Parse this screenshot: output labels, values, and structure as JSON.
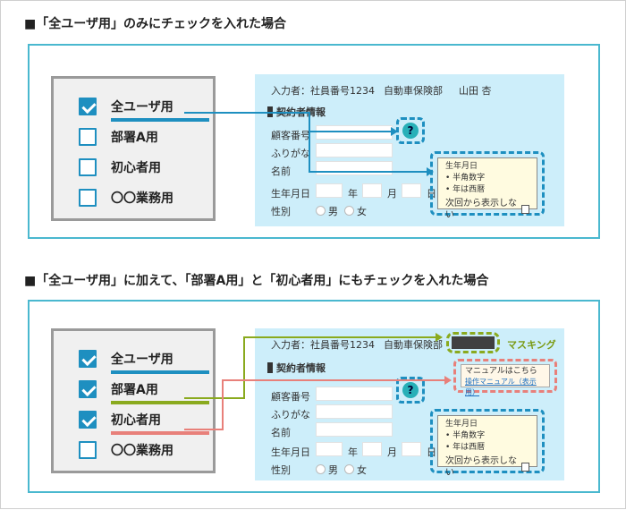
{
  "sections": [
    {
      "heading": "■「全ユーザ用」のみにチェックを入れた場合",
      "checkboxes": [
        {
          "label": "全ユーザ用",
          "checked": true
        },
        {
          "label": "部署A用",
          "checked": false
        },
        {
          "label": "初心者用",
          "checked": false
        },
        {
          "label": "〇〇業務用",
          "checked": false
        }
      ]
    },
    {
      "heading": "■「全ユーザ用」に加えて、「部署A用」と「初心者用」にもチェックを入れた場合",
      "checkboxes": [
        {
          "label": "全ユーザ用",
          "checked": true
        },
        {
          "label": "部署A用",
          "checked": true
        },
        {
          "label": "初心者用",
          "checked": true
        },
        {
          "label": "〇〇業務用",
          "checked": false
        }
      ],
      "masking_label": "マスキング",
      "manual_popup": {
        "title": "マニュアルはこちら",
        "link": "操作マニュアル（表示用）"
      }
    }
  ],
  "form": {
    "header_label": "入力者：社員番号1234",
    "header_dept": "自動車保険部",
    "header_name": "山田 杏",
    "section_title": "契約者情報",
    "field_customer_no": "顧客番号",
    "field_furigana": "ふりがな",
    "field_name": "名前",
    "field_birthdate": "生年月日",
    "birth_year_unit": "年",
    "birth_month_unit": "月",
    "birth_day_unit": "日",
    "field_gender": "性別",
    "gender_male": "男",
    "gender_female": "女",
    "help_glyph": "?"
  },
  "tooltip": {
    "title": "生年月日",
    "bullet1": "• 半角数字",
    "bullet2": "• 年は西暦",
    "hide_label": "次回から表示しない"
  },
  "colors": {
    "accent_blue": "#1e8fc0",
    "green": "#8aaa1e",
    "salmon": "#e8807a",
    "form_bg": "#cdeefa"
  },
  "icons": {
    "help": "question-circle-icon",
    "check": "check-icon"
  }
}
